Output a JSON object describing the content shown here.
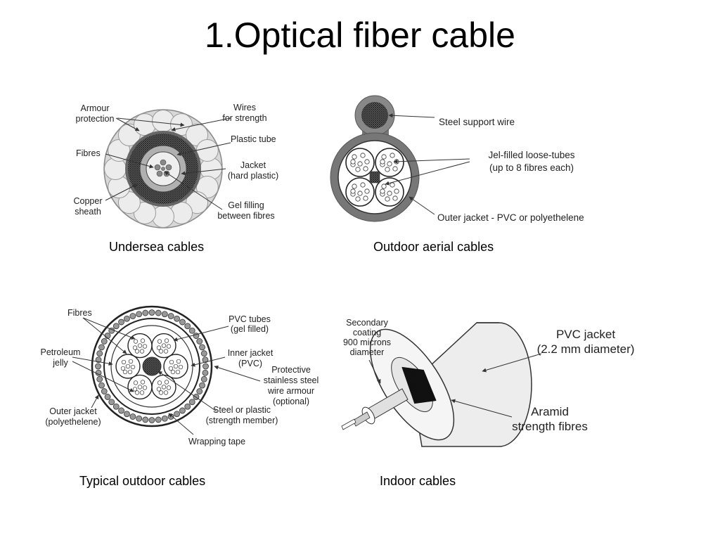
{
  "title": "1.Optical fiber cable",
  "panels": {
    "undersea": {
      "caption": "Undersea cables",
      "labels": {
        "armour1": "Armour",
        "armour2": "protection",
        "wires1": "Wires",
        "wires2": "for strength",
        "plastic_tube": "Plastic tube",
        "fibres": "Fibres",
        "jacket1": "Jacket",
        "jacket2": "(hard plastic)",
        "copper1": "Copper",
        "copper2": "sheath",
        "gel1": "Gel filling",
        "gel2": "between fibres"
      }
    },
    "aerial": {
      "caption": "Outdoor aerial cables",
      "labels": {
        "steel": "Steel support wire",
        "jel1": "Jel-filled loose-tubes",
        "jel2": "(up to 8 fibres each)",
        "outer": "Outer  jacket - PVC or polyethelene"
      }
    },
    "outdoor": {
      "caption": "Typical outdoor cables",
      "labels": {
        "fibres": "Fibres",
        "pvc1": "PVC tubes",
        "pvc2": "(gel filled)",
        "petro1": "Petroleum",
        "petro2": "jelly",
        "inner1": "Inner jacket",
        "inner2": "(PVC)",
        "prot1": "Protective",
        "prot2": "stainless steel",
        "prot3": "wire armour",
        "prot4": "(optional)",
        "outer1": "Outer  jacket",
        "outer2": "(polyethelene)",
        "steelp1": "Steel or plastic",
        "steelp2": "(strength member)",
        "wrap": "Wrapping  tape"
      }
    },
    "indoor": {
      "caption": "Indoor cables",
      "labels": {
        "sec1": "Secondary",
        "sec2": "coating",
        "sec3": "900 microns",
        "sec4": "diameter",
        "pvcj1": "PVC jacket",
        "pvcj2": "(2.2 mm diameter)",
        "aramid1": "Aramid",
        "aramid2": "strength fibres"
      }
    }
  }
}
